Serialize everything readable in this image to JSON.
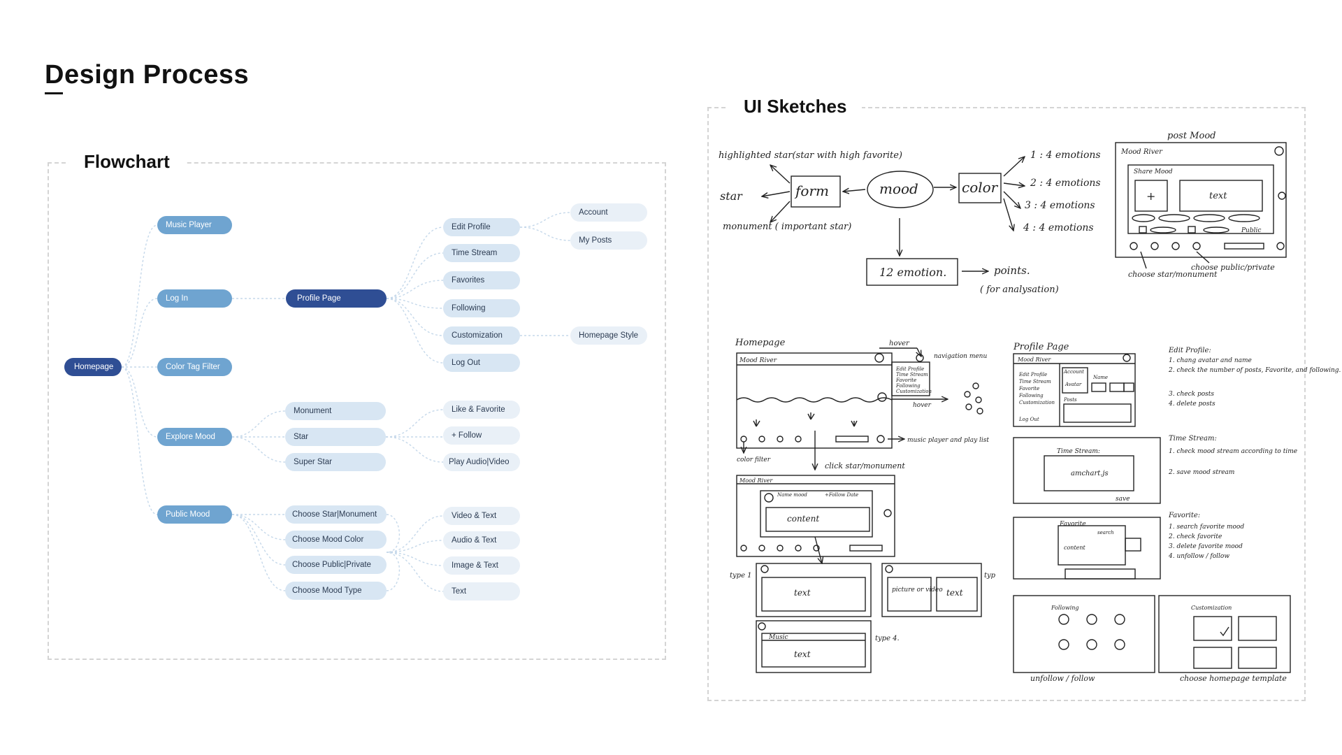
{
  "page": {
    "title": "Design Process"
  },
  "flowchart": {
    "title": "Flowchart",
    "nodes": {
      "homepage": "Homepage",
      "music_player": "Music Player",
      "log_in": "Log In",
      "color_tag_filter": "Color Tag Filter",
      "explore_mood": "Explore Mood",
      "public_mood": "Public Mood",
      "profile_page": "Profile Page",
      "edit_profile": "Edit Profile",
      "time_stream": "Time Stream",
      "favorites": "Favorites",
      "following": "Following",
      "customization": "Customization",
      "log_out": "Log Out",
      "account": "Account",
      "my_posts": "My Posts",
      "homepage_style": "Homepage Style",
      "monument": "Monument",
      "star": "Star",
      "super_star": "Super Star",
      "like_favorite": "Like & Favorite",
      "follow": "+ Follow",
      "play_audio_video": "Play Audio|Video",
      "choose_star_monument": "Choose Star|Monument",
      "choose_mood_color": "Choose Mood Color",
      "choose_public_private": "Choose Public|Private",
      "choose_mood_type": "Choose Mood Type",
      "video_text": "Video & Text",
      "audio_text": "Audio & Text",
      "image_text": "Image & Text",
      "text": "Text"
    }
  },
  "sketches": {
    "title": "UI Sketches",
    "notes": {
      "highlighted_star": "highlighted star(star with high favorite)",
      "star": "star",
      "form": "form",
      "mood": "mood",
      "color": "color",
      "monument": "monument ( important star)",
      "e1": "1 : 4 emotions",
      "e2": "2 : 4 emotions",
      "e3": "3 : 4 emotions",
      "e4": "4 : 4 emotions",
      "twelve": "12 emotion.",
      "points": "points.",
      "analysation": "( for analysation)",
      "post_mood": "post Mood",
      "mood_river": "Mood River",
      "share_mood": "Share Mood",
      "plus": "+",
      "text": "text",
      "public": "Public",
      "choose_star_monument": "choose star/monument",
      "choose_public_private": "choose public/private",
      "homepage": "Homepage",
      "hover": "hover",
      "navigation_menu": "navigation menu",
      "music_player": "music player and play list",
      "color_filter": "color filter",
      "click_star": "click star/monument",
      "content": "content",
      "type1": "type 1",
      "type2": "typ",
      "type4": "type 4.",
      "picture": "picture or video",
      "profile_page": "Profile Page",
      "edit_profile_h": "Edit Profile:",
      "ep1": "1. chang avatar and name",
      "ep2": "2. check the number of posts, Favorite, and following.",
      "ep3": "3. check posts",
      "ep4": "4. delete posts",
      "time_stream_h": "Time Stream:",
      "ts1": "1. check mood stream according to time",
      "ts2": "2. save mood stream",
      "favorite_h": "Favorite:",
      "f1": "1. search favorite mood",
      "f2": "2. check favorite",
      "f3": "3. delete favorite mood",
      "f4": "4. unfollow / follow",
      "unfollow": "unfollow / follow",
      "choose_template": "choose homepage template",
      "menu": [
        "Edit Profile",
        "Time Stream",
        "Favorite",
        "Following",
        "Customization"
      ],
      "account": "Account",
      "avatar": "Avatar",
      "posts": "Posts",
      "name": "Name",
      "amchart": "amchart.js",
      "save": "save",
      "favorite": "Favorite",
      "search": "search",
      "following": "Following",
      "customization": "Customization",
      "name_mood": "Name mood",
      "follow_date": "+Follow Date",
      "music": "Music",
      "log_out": "Log Out"
    }
  }
}
